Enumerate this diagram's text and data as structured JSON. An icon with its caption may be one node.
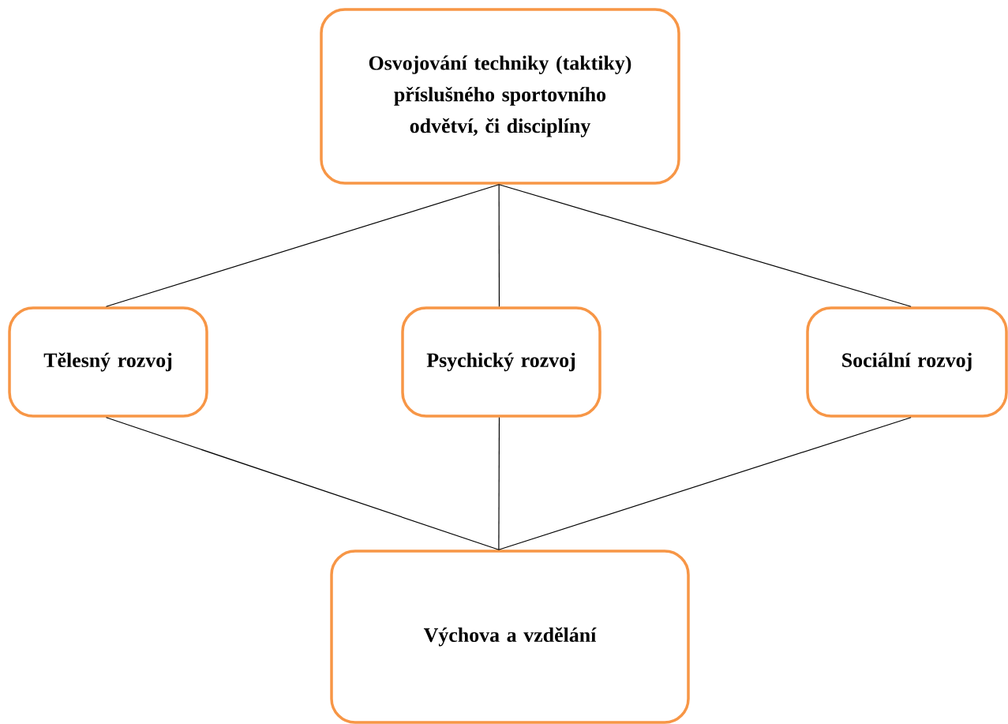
{
  "diagram": {
    "nodes": [
      {
        "text": [
          "Osvojování techniky (taktiky) příslušného sportovního odvětví, či disciplíny"
        ]
      },
      {
        "text": [
          "Tělesný rozvoj"
        ]
      },
      {
        "text": [
          "Psychický rozvoj"
        ]
      },
      {
        "text": [
          "Sociální rozvoj"
        ]
      },
      {
        "text": [
          "Výchova a vzdělání"
        ]
      }
    ],
    "edges": [
      {
        "from": 0,
        "to": 1,
        "arrow": "none"
      },
      {
        "from": 0,
        "to": 2,
        "arrow": "none"
      },
      {
        "from": 0,
        "to": 3,
        "arrow": "none"
      },
      {
        "from": 1,
        "to": 4,
        "arrow": "none"
      },
      {
        "from": 2,
        "to": 4,
        "arrow": "none"
      },
      {
        "from": 3,
        "to": 4,
        "arrow": "none"
      }
    ]
  }
}
